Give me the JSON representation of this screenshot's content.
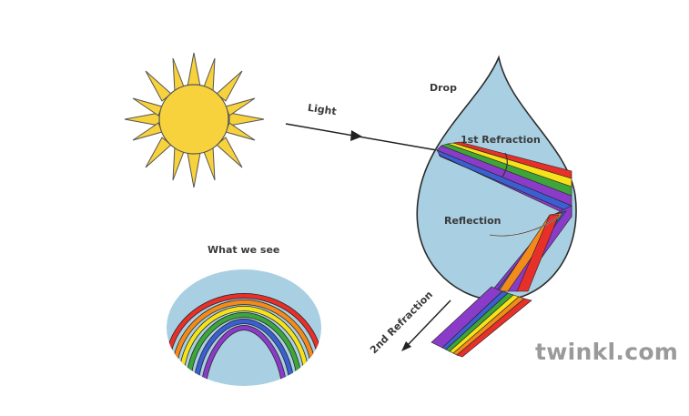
{
  "labels": {
    "light": "Light",
    "drop": "Drop",
    "first_refraction": "1st Refraction",
    "reflection": "Reflection",
    "second_refraction": "2nd Refraction",
    "what_we_see": "What we see"
  },
  "brand": "twinkl.com",
  "colors": {
    "sun": "#f7d23c",
    "water": "#a9cfe2",
    "outline": "#2c2c2c",
    "rainbow": [
      "#e8302a",
      "#f28a1c",
      "#f6e21a",
      "#3fa53a",
      "#3b5fd0",
      "#8a3cc8"
    ]
  }
}
